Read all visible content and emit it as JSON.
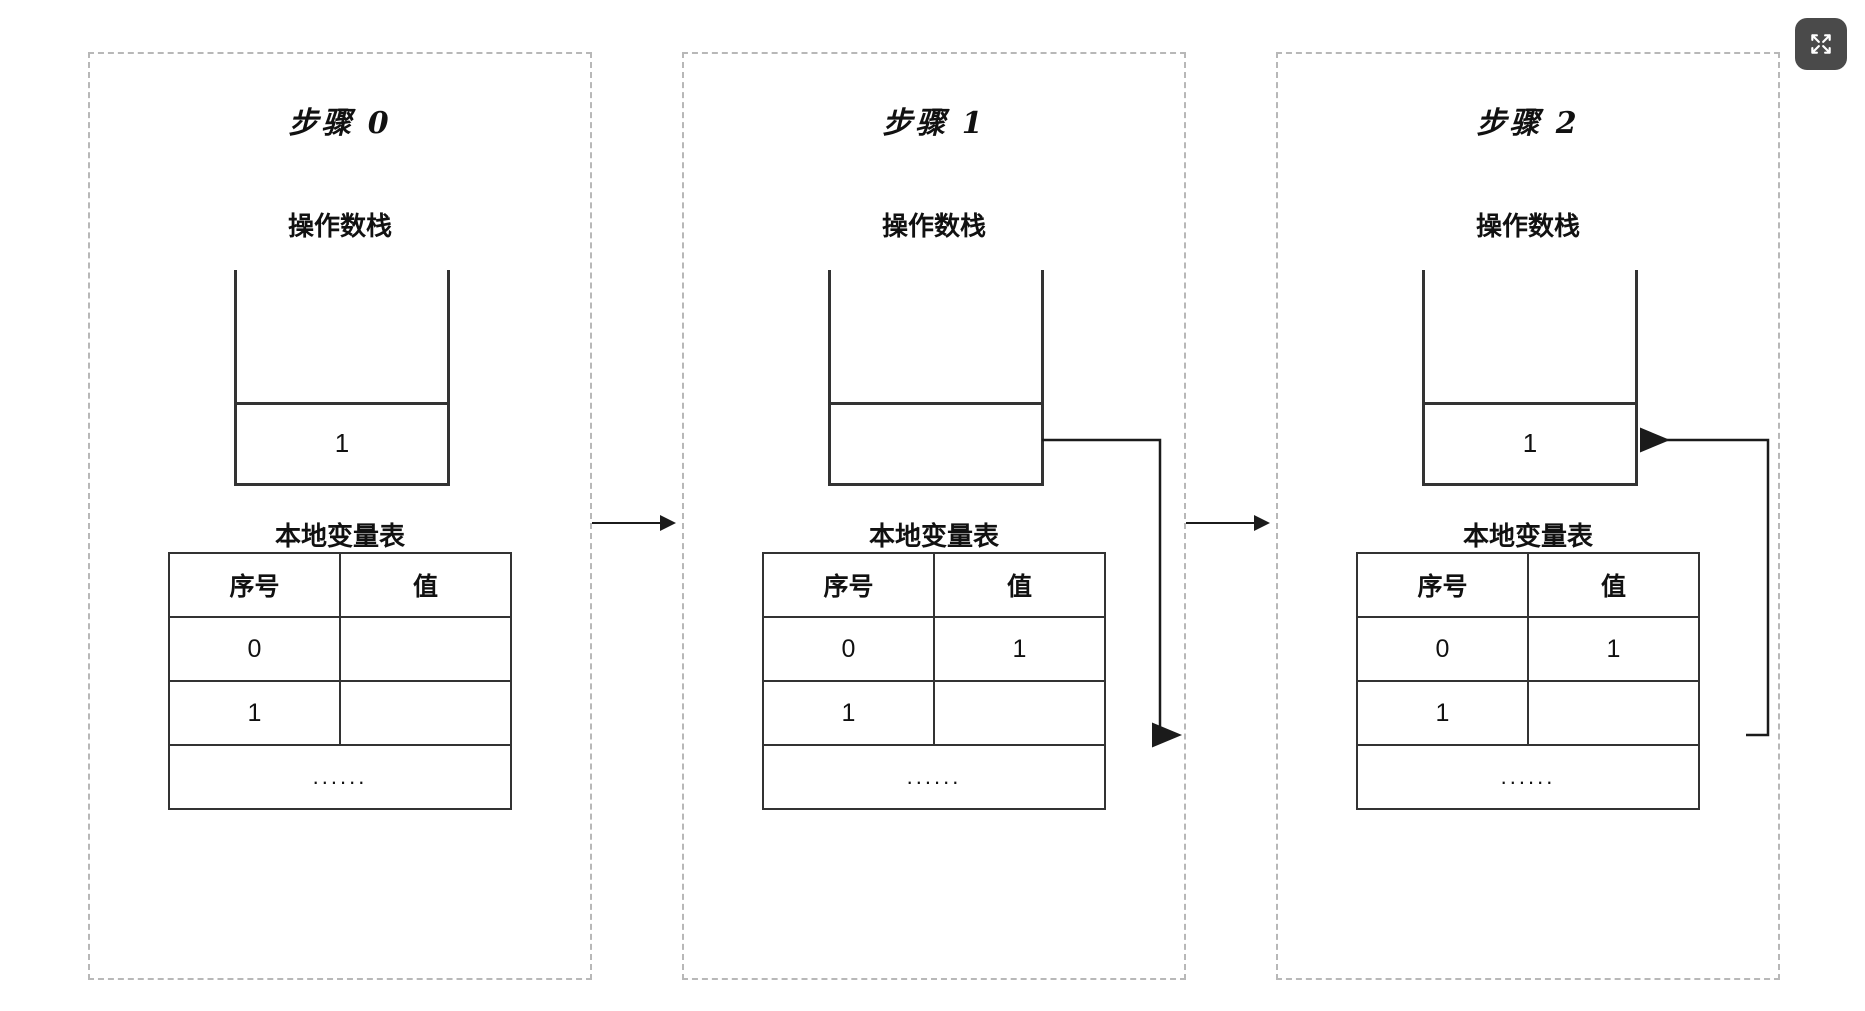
{
  "page": {
    "background": "#ffffff",
    "accent_line_color": "#333333",
    "panel_border_color": "#b8b8b8"
  },
  "toolbar": {
    "fullscreen_icon": "expand-arrows-icon",
    "fullscreen_bg": "#4a4a4a"
  },
  "labels": {
    "operand_stack": "操作数栈",
    "local_variable_table": "本地变量表",
    "col_index": "序号",
    "col_value": "值",
    "ellipsis": "......"
  },
  "steps": [
    {
      "title": "步骤 0",
      "stack": {
        "empty_slots": 1,
        "cells": [
          "1"
        ]
      },
      "table": {
        "headers": [
          "序号",
          "值"
        ],
        "rows": [
          {
            "index": "0",
            "value": ""
          },
          {
            "index": "1",
            "value": ""
          }
        ],
        "footer": "......"
      },
      "connector": null
    },
    {
      "title": "步骤 1",
      "stack": {
        "empty_slots": 1,
        "cells": [
          ""
        ]
      },
      "table": {
        "headers": [
          "序号",
          "值"
        ],
        "rows": [
          {
            "index": "0",
            "value": "1"
          },
          {
            "index": "1",
            "value": ""
          }
        ],
        "footer": "......"
      },
      "connector": "stack-right-to-table-row0-arrow"
    },
    {
      "title": "步骤 2",
      "stack": {
        "empty_slots": 1,
        "cells": [
          "1"
        ]
      },
      "table": {
        "headers": [
          "序号",
          "值"
        ],
        "rows": [
          {
            "index": "0",
            "value": "1"
          },
          {
            "index": "1",
            "value": ""
          }
        ],
        "footer": "......"
      },
      "connector": "table-row0-to-stack-right-arrow"
    }
  ],
  "transitions": [
    {
      "from": "步骤 0",
      "to": "步骤 1"
    },
    {
      "from": "步骤 1",
      "to": "步骤 2"
    }
  ]
}
